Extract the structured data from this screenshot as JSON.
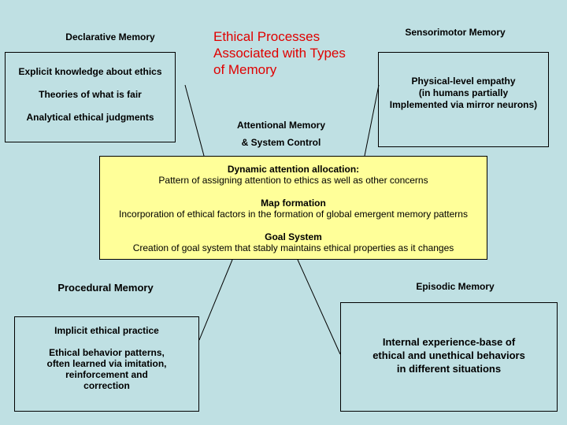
{
  "title": {
    "lines": [
      "Ethical Processes",
      "Associated with Types",
      "of Memory"
    ],
    "color": "#e00000"
  },
  "background_color": "#bfe0e3",
  "center_box_color": "#ffff99",
  "declarative": {
    "label": "Declarative Memory",
    "items": [
      "Explicit knowledge about ethics",
      "Theories of what is fair",
      "Analytical ethical judgments"
    ]
  },
  "sensorimotor": {
    "label": "Sensorimotor Memory",
    "lines": [
      "Physical-level empathy",
      "(in humans partially",
      "Implemented via mirror neurons)"
    ]
  },
  "attentional": {
    "label_lines": [
      "Attentional Memory",
      "& System Control"
    ],
    "sections": [
      {
        "heading": "Dynamic attention allocation:",
        "text": "Pattern of assigning attention to ethics as well as other concerns"
      },
      {
        "heading": "Map formation",
        "text": "Incorporation of ethical factors in the formation of global emergent memory patterns"
      },
      {
        "heading": "Goal System",
        "text": "Creation of goal system that stably maintains ethical properties as it changes"
      }
    ]
  },
  "procedural": {
    "label": "Procedural Memory",
    "heading": "Implicit ethical practice",
    "lines": [
      "Ethical behavior patterns,",
      "often learned via imitation,",
      "reinforcement and",
      "correction"
    ]
  },
  "episodic": {
    "label": "Episodic Memory",
    "lines": [
      "Internal experience-base of",
      "ethical and unethical behaviors",
      "in different situations"
    ]
  }
}
